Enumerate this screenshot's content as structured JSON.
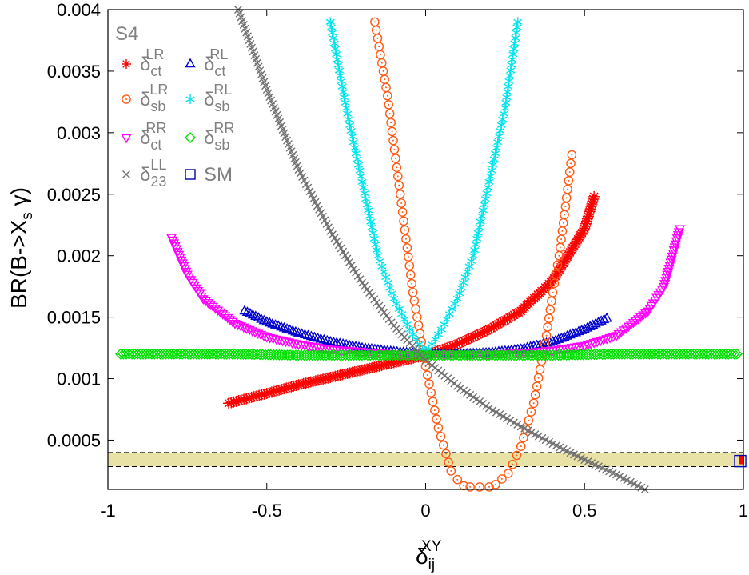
{
  "chart_data": {
    "type": "scatter",
    "xlim": [
      -1,
      1
    ],
    "ylim": [
      0.0001,
      0.004
    ],
    "x_ticks": [
      "-1",
      "-0.5",
      "0",
      "0.5",
      "1"
    ],
    "x_tick_values": [
      -1,
      -0.5,
      0,
      0.5,
      1
    ],
    "y_ticks": [
      "0.0005",
      "0.001",
      "0.0015",
      "0.002",
      "0.0025",
      "0.003",
      "0.0035",
      "0.004"
    ],
    "y_tick_values": [
      0.0005,
      0.001,
      0.0015,
      0.002,
      0.0025,
      0.003,
      0.0035,
      0.004
    ],
    "xlabel": {
      "base": "δ",
      "sub": "ij",
      "sup": "XY"
    },
    "ylabel": {
      "main": "BR(B->X",
      "sub": "s",
      "tail": " γ)"
    },
    "panel_label": "S4",
    "grid": false,
    "legend_position": "top-left",
    "band": {
      "y_low": 0.000285,
      "y_high": 0.0004,
      "color": "#e8e2a6"
    },
    "series": [
      {
        "name": "δ_ct^LR",
        "base": "δ",
        "sub": "ct",
        "sup": "LR",
        "marker": "asterisk",
        "color": "#ff0000",
        "x": [
          -0.62,
          -0.5,
          -0.4,
          -0.3,
          -0.2,
          -0.1,
          0.0,
          0.1,
          0.2,
          0.3,
          0.4,
          0.5,
          0.53
        ],
        "y": [
          0.0008,
          0.00088,
          0.00095,
          0.00101,
          0.00107,
          0.00113,
          0.00119,
          0.00128,
          0.0014,
          0.00155,
          0.0018,
          0.00222,
          0.00248
        ]
      },
      {
        "name": "δ_ct^RL",
        "base": "δ",
        "sub": "ct",
        "sup": "RL",
        "marker": "triangle-up",
        "color": "#0000cc",
        "x": [
          -0.57,
          -0.5,
          -0.4,
          -0.3,
          -0.2,
          -0.1,
          0.0,
          0.1,
          0.2,
          0.3,
          0.4,
          0.5,
          0.57
        ],
        "y": [
          0.00155,
          0.00146,
          0.00137,
          0.0013,
          0.00125,
          0.00122,
          0.0012,
          0.0012,
          0.00121,
          0.00124,
          0.0013,
          0.0014,
          0.00149
        ]
      },
      {
        "name": "δ_sb^LR",
        "base": "δ",
        "sub": "sb",
        "sup": "LR",
        "marker": "circle-dot",
        "color": "#ff5a14",
        "x": [
          -0.16,
          -0.12,
          -0.08,
          -0.04,
          0.0,
          0.04,
          0.08,
          0.1,
          0.12,
          0.14,
          0.17,
          0.2,
          0.22,
          0.26,
          0.3,
          0.34,
          0.38,
          0.4,
          0.42,
          0.44,
          0.46
        ],
        "y": [
          0.0039,
          0.0033,
          0.0025,
          0.0017,
          0.0011,
          0.0006,
          0.00025,
          0.00018,
          0.00013,
          0.00012,
          0.00012,
          0.00012,
          0.00014,
          0.00023,
          0.00045,
          0.0008,
          0.00135,
          0.0017,
          0.002,
          0.0024,
          0.00282
        ]
      },
      {
        "name": "δ_sb^RL",
        "base": "δ",
        "sub": "sb",
        "sup": "RL",
        "marker": "star",
        "color": "#00e5f0",
        "x": [
          -0.3,
          -0.25,
          -0.2,
          -0.15,
          -0.1,
          -0.05,
          0.0,
          0.05,
          0.1,
          0.15,
          0.2,
          0.25,
          0.29
        ],
        "y": [
          0.0039,
          0.0032,
          0.0026,
          0.002,
          0.00165,
          0.0014,
          0.0012,
          0.0014,
          0.00165,
          0.002,
          0.0026,
          0.0032,
          0.0039
        ]
      },
      {
        "name": "δ_ct^RR",
        "base": "δ",
        "sub": "ct",
        "sup": "RR",
        "marker": "triangle-down",
        "color": "#ff00ff",
        "x": [
          -0.8,
          -0.75,
          -0.7,
          -0.6,
          -0.5,
          -0.4,
          -0.3,
          -0.2,
          -0.1,
          0.0,
          0.1,
          0.2,
          0.3,
          0.4,
          0.5,
          0.6,
          0.7,
          0.75,
          0.8
        ],
        "y": [
          0.00215,
          0.00185,
          0.00165,
          0.00145,
          0.00134,
          0.00128,
          0.00124,
          0.00122,
          0.0012,
          0.0012,
          0.0012,
          0.0012,
          0.00121,
          0.00123,
          0.00127,
          0.00135,
          0.00155,
          0.00175,
          0.00222
        ]
      },
      {
        "name": "δ_sb^RR",
        "base": "δ",
        "sub": "sb",
        "sup": "RR",
        "marker": "diamond",
        "color": "#00e000",
        "x": [
          -0.96,
          -0.8,
          -0.6,
          -0.4,
          -0.2,
          0.0,
          0.2,
          0.4,
          0.6,
          0.8,
          0.98
        ],
        "y": [
          0.0012,
          0.0012,
          0.0012,
          0.00119,
          0.00119,
          0.00119,
          0.00119,
          0.00119,
          0.0012,
          0.0012,
          0.0012
        ]
      },
      {
        "name": "δ_23^LL",
        "base": "δ",
        "sub": "23",
        "sup": "LL",
        "marker": "cross",
        "color": "#707070",
        "x": [
          -0.59,
          -0.5,
          -0.4,
          -0.3,
          -0.2,
          -0.1,
          0.0,
          0.1,
          0.2,
          0.3,
          0.4,
          0.5,
          0.6,
          0.69
        ],
        "y": [
          0.004,
          0.00335,
          0.0027,
          0.0022,
          0.00178,
          0.00143,
          0.00115,
          0.00094,
          0.00076,
          0.00061,
          0.00047,
          0.00034,
          0.00022,
          0.0001
        ]
      },
      {
        "name": "SM",
        "base": "SM",
        "sub": "",
        "sup": "",
        "marker": "square",
        "color": "#0000aa",
        "x": [
          0.99
        ],
        "y": [
          0.00033
        ]
      }
    ]
  },
  "sm_band_marker_color": "#ff0000"
}
